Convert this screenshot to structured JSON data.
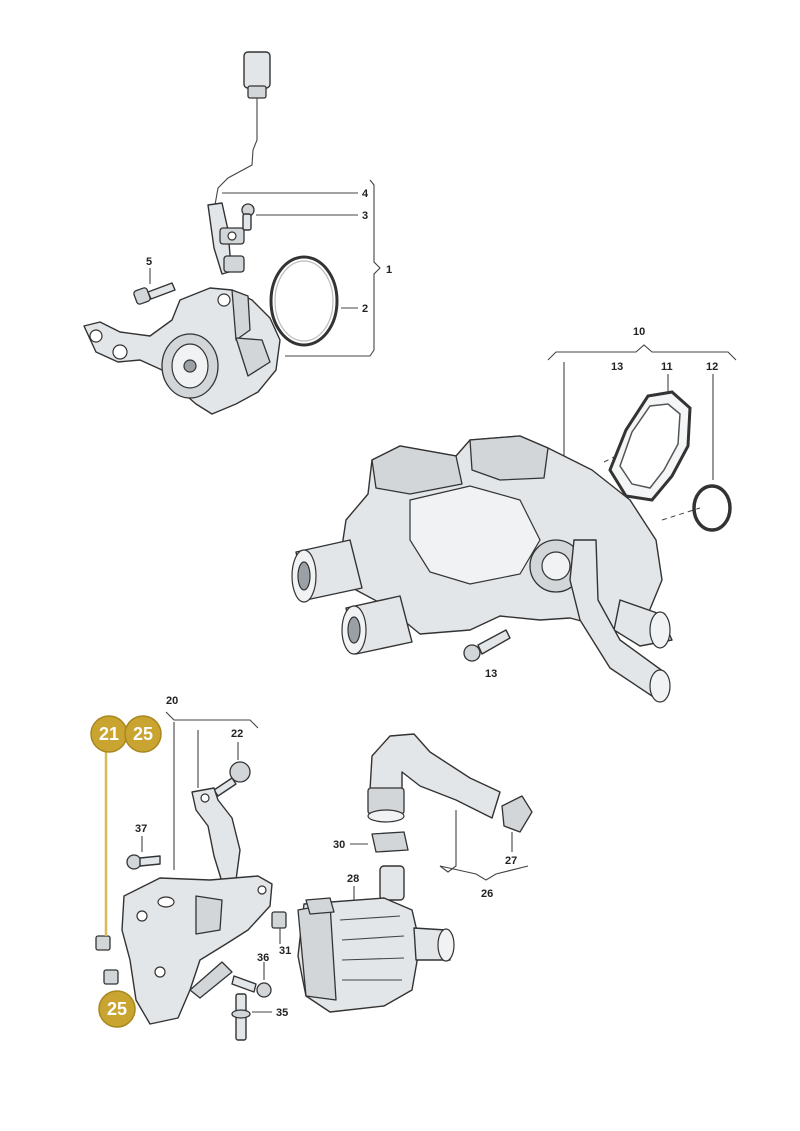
{
  "callouts": [
    {
      "id": "c1",
      "text": "1"
    },
    {
      "id": "c2",
      "text": "2"
    },
    {
      "id": "c3",
      "text": "3"
    },
    {
      "id": "c4",
      "text": "4"
    },
    {
      "id": "c5",
      "text": "5"
    },
    {
      "id": "c10",
      "text": "10"
    },
    {
      "id": "c11",
      "text": "11"
    },
    {
      "id": "c12",
      "text": "12"
    },
    {
      "id": "c13a",
      "text": "13"
    },
    {
      "id": "c13b",
      "text": "13"
    },
    {
      "id": "c20",
      "text": "20"
    },
    {
      "id": "c22",
      "text": "22"
    },
    {
      "id": "c26",
      "text": "26"
    },
    {
      "id": "c27",
      "text": "27"
    },
    {
      "id": "c28",
      "text": "28"
    },
    {
      "id": "c30",
      "text": "30"
    },
    {
      "id": "c31",
      "text": "31"
    },
    {
      "id": "c35",
      "text": "35"
    },
    {
      "id": "c36",
      "text": "36"
    },
    {
      "id": "c37",
      "text": "37"
    }
  ],
  "badges": [
    {
      "id": "b21",
      "text": "21"
    },
    {
      "id": "b25a",
      "text": "25"
    },
    {
      "id": "b25b",
      "text": "25"
    }
  ],
  "colors": {
    "badge": "#c9a430",
    "badge_link": "#d7bb5a"
  }
}
